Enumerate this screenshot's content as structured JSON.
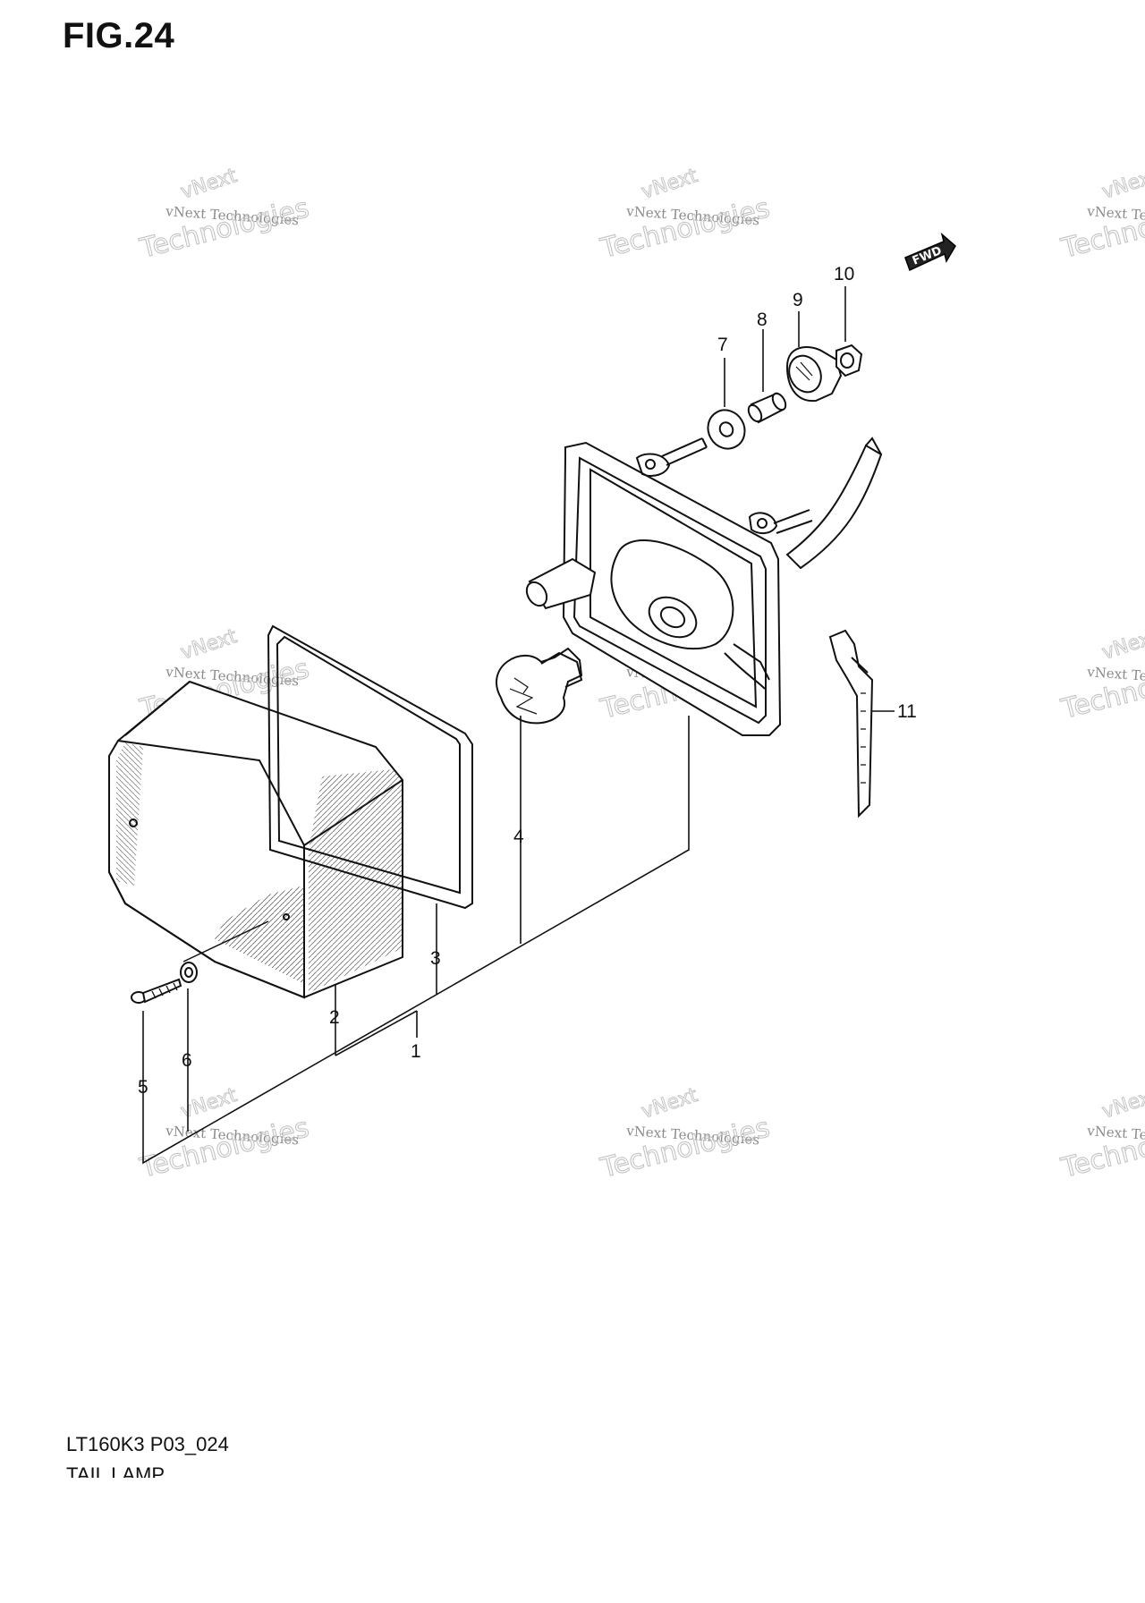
{
  "figure": {
    "title": "FIG.24",
    "model_code": "LT160K3 P03_024",
    "section_name": "TAIL LAMP"
  },
  "direction_marker": {
    "label": "FWD",
    "icon": "forward-arrow-icon"
  },
  "callouts": [
    {
      "number": "1"
    },
    {
      "number": "2"
    },
    {
      "number": "3"
    },
    {
      "number": "4"
    },
    {
      "number": "5"
    },
    {
      "number": "6"
    },
    {
      "number": "7"
    },
    {
      "number": "8"
    },
    {
      "number": "9"
    },
    {
      "number": "10"
    },
    {
      "number": "11"
    }
  ],
  "watermark": {
    "line1": "vNext Technologies",
    "line2": "Technologies",
    "line3": "vNext"
  },
  "colors": {
    "line": "#111111",
    "watermark": "#c4c4c4",
    "background": "#ffffff"
  }
}
